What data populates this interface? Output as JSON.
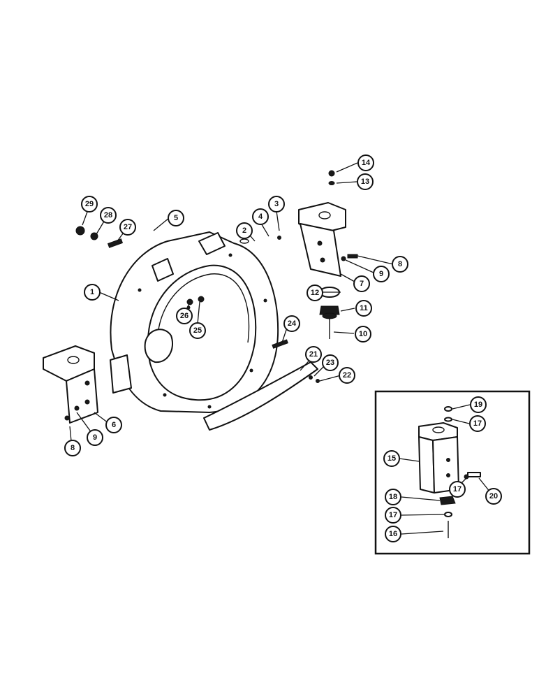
{
  "callouts": [
    {
      "id": "c1",
      "label": "1"
    },
    {
      "id": "c2",
      "label": "2"
    },
    {
      "id": "c3",
      "label": "3"
    },
    {
      "id": "c4",
      "label": "4"
    },
    {
      "id": "c5",
      "label": "5"
    },
    {
      "id": "c6",
      "label": "6"
    },
    {
      "id": "c7",
      "label": "7"
    },
    {
      "id": "c8a",
      "label": "8"
    },
    {
      "id": "c8b",
      "label": "8"
    },
    {
      "id": "c9a",
      "label": "9"
    },
    {
      "id": "c9b",
      "label": "9"
    },
    {
      "id": "c10",
      "label": "10"
    },
    {
      "id": "c11",
      "label": "11"
    },
    {
      "id": "c12",
      "label": "12"
    },
    {
      "id": "c13",
      "label": "13"
    },
    {
      "id": "c14",
      "label": "14"
    },
    {
      "id": "c15",
      "label": "15"
    },
    {
      "id": "c16",
      "label": "16"
    },
    {
      "id": "c17a",
      "label": "17"
    },
    {
      "id": "c17b",
      "label": "17"
    },
    {
      "id": "c17c",
      "label": "17"
    },
    {
      "id": "c18",
      "label": "18"
    },
    {
      "id": "c19",
      "label": "19"
    },
    {
      "id": "c20",
      "label": "20"
    },
    {
      "id": "c21",
      "label": "21"
    },
    {
      "id": "c22",
      "label": "22"
    },
    {
      "id": "c23",
      "label": "23"
    },
    {
      "id": "c24",
      "label": "24"
    },
    {
      "id": "c25",
      "label": "25"
    },
    {
      "id": "c26",
      "label": "26"
    },
    {
      "id": "c27",
      "label": "27"
    },
    {
      "id": "c28",
      "label": "28"
    },
    {
      "id": "c29",
      "label": "29"
    }
  ]
}
